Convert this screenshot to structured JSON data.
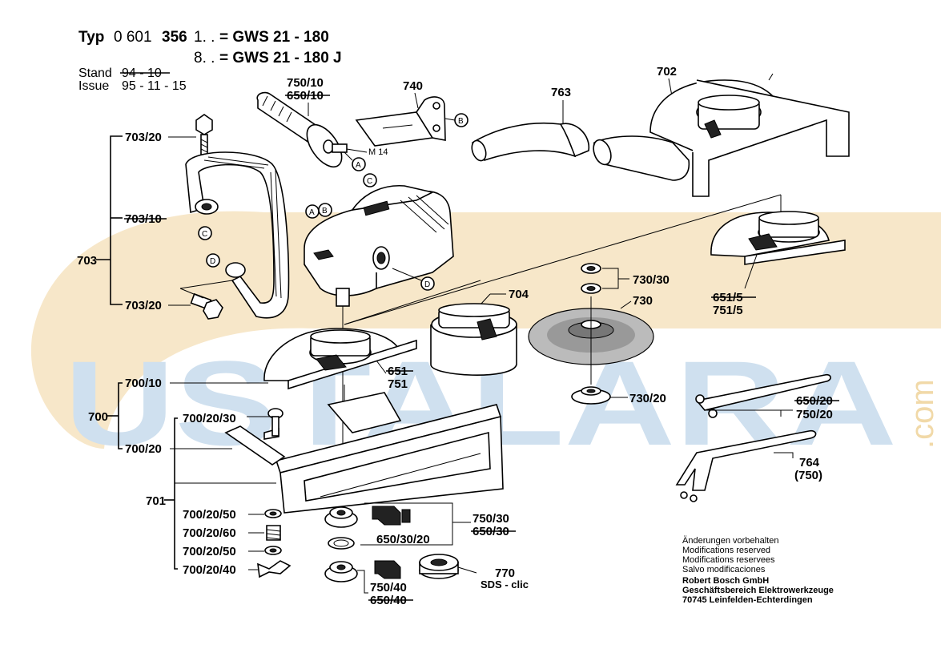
{
  "header": {
    "typ_label": "Typ",
    "typ_number_a": "0 601",
    "typ_number_b": "356",
    "variant1_code": "1. .",
    "variant1_model": "= GWS 21 - 180",
    "variant2_code": "8. .",
    "variant2_model": "= GWS 21 - 180  J",
    "stand_label": "Stand",
    "stand_value": "94 - 10",
    "issue_label": "Issue",
    "issue_value": "95 - 11 - 15"
  },
  "watermark": {
    "main": "USTALARA",
    "suffix": ".com"
  },
  "labels": {
    "l703_20_top": "703/20",
    "l703_10": "703/10",
    "l703": "703",
    "l703_20_bot": "703/20",
    "l750_10": "750/10",
    "l650_10": "650/10",
    "l740": "740",
    "l763": "763",
    "l702": "702",
    "m14": "M 14",
    "l704": "704",
    "l730_30": "730/30",
    "l730": "730",
    "l651_5": "651/5",
    "l751_5": "751/5",
    "l651": "651",
    "l751": "751",
    "l730_20": "730/20",
    "l650_20": "650/20",
    "l750_20": "750/20",
    "l764": "764",
    "l764_sub": "(750)",
    "l700_10": "700/10",
    "l700": "700",
    "l700_20": "700/20",
    "l700_20_30": "700/20/30",
    "l701": "701",
    "l700_20_50a": "700/20/50",
    "l700_20_60": "700/20/60",
    "l700_20_50b": "700/20/50",
    "l700_20_40": "700/20/40",
    "l750_30": "750/30",
    "l650_30": "650/30",
    "l650_30_20": "650/30/20",
    "l750_40": "750/40",
    "l650_40": "650/40",
    "l770": "770",
    "l770_sub": "SDS - clic"
  },
  "callouts": {
    "a": "A",
    "b": "B",
    "c": "C",
    "d": "D"
  },
  "footer": {
    "line1": "Änderungen vorbehalten",
    "line2": "Modifications reserved",
    "line3": "Modifications reservees",
    "line4": "Salvo modificaciones",
    "line5": "Robert Bosch GmbH",
    "line6": "Geschäftsbereich Elektrowerkzeuge",
    "line7": "70745 Leinfelden-Echterdingen"
  },
  "colors": {
    "watermark_blue": "#cfe0ef",
    "watermark_orange": "#f6e3bf",
    "ink": "#000000"
  }
}
